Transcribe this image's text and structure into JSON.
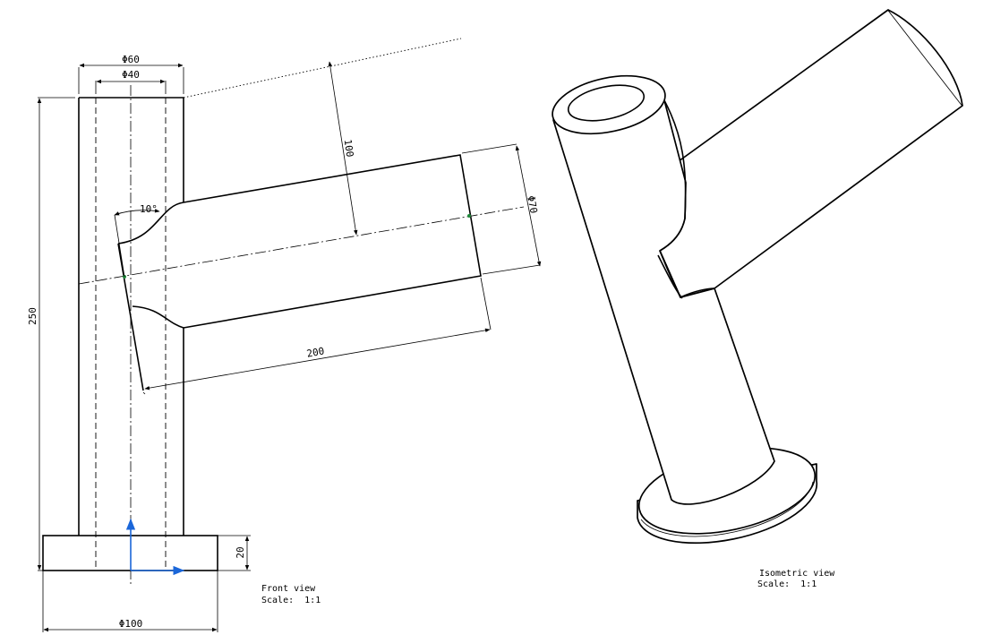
{
  "dimensions": {
    "d60": "Φ60",
    "d40": "Φ40",
    "h100": "100",
    "angle10": "10°",
    "d70": "Φ70",
    "h250": "250",
    "len200": "200",
    "h20": "20",
    "d100": "Φ100"
  },
  "front_view": {
    "title": "Front view",
    "scale": "Scale:  1:1"
  },
  "isometric_view": {
    "title": "Isometric view",
    "scale": "Scale:  1:1"
  },
  "colors": {
    "lines": "#000000",
    "axis": "#1a66d9",
    "point": "#1f8a3a",
    "background": "#ffffff"
  }
}
